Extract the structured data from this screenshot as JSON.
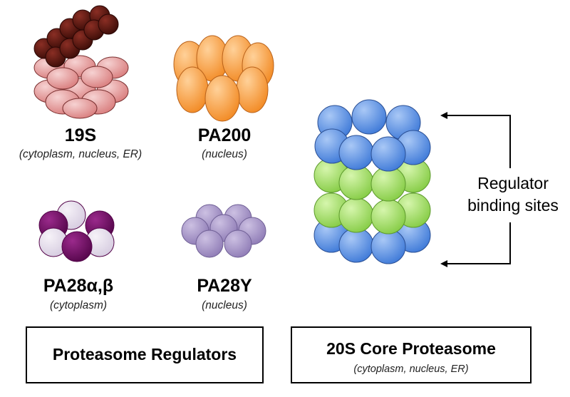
{
  "regulators": [
    {
      "id": "19s",
      "name": "19S",
      "location": "(cytoplasm, nucleus, ER)"
    },
    {
      "id": "pa200",
      "name": "PA200",
      "location": "(nucleus)"
    },
    {
      "id": "pa28ab",
      "name": "PA28α,β",
      "location": "(cytoplasm)"
    },
    {
      "id": "pa28y",
      "name": "PA28Y",
      "location": "(nucleus)"
    }
  ],
  "core": {
    "annotation_line1": "Regulator",
    "annotation_line2": "binding sites"
  },
  "boxes": {
    "left_title": "Proteasome Regulators",
    "right_title": "20S Core Proteasome",
    "right_subtitle": "(cytoplasm, nucleus, ER)"
  },
  "colors": {
    "s19_cap": "#5a1a14",
    "s19_base": "#e39a9a",
    "pa200": "#f7a24a",
    "pa28ab_dark": "#6e0a62",
    "pa28ab_light": "#e4dcea",
    "pa28y": "#a796c8",
    "core_blue": "#5f95e6",
    "core_green": "#a6e36a"
  }
}
